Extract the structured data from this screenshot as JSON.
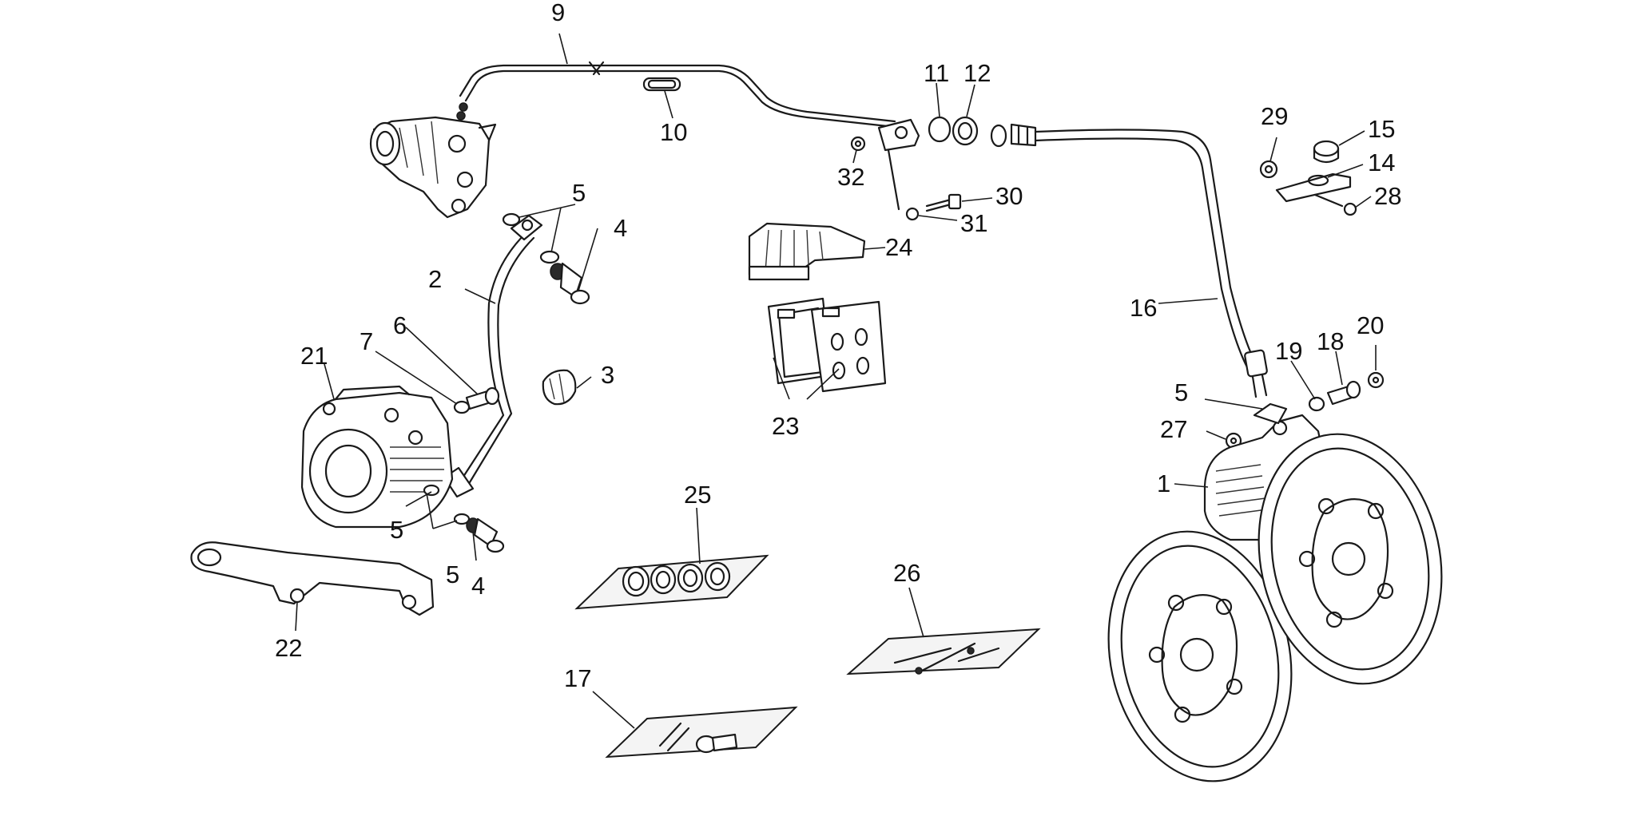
{
  "callouts": [
    {
      "id": "c9",
      "label": "9"
    },
    {
      "id": "c10",
      "label": "10"
    },
    {
      "id": "c11",
      "label": "11"
    },
    {
      "id": "c12",
      "label": "12"
    },
    {
      "id": "c32",
      "label": "32"
    },
    {
      "id": "c30",
      "label": "30"
    },
    {
      "id": "c31",
      "label": "31"
    },
    {
      "id": "c29",
      "label": "29"
    },
    {
      "id": "c15",
      "label": "15"
    },
    {
      "id": "c14",
      "label": "14"
    },
    {
      "id": "c28",
      "label": "28"
    },
    {
      "id": "c5a",
      "label": "5"
    },
    {
      "id": "c4a",
      "label": "4"
    },
    {
      "id": "c2",
      "label": "2"
    },
    {
      "id": "c24",
      "label": "24"
    },
    {
      "id": "c16",
      "label": "16"
    },
    {
      "id": "c21",
      "label": "21"
    },
    {
      "id": "c7",
      "label": "7"
    },
    {
      "id": "c6",
      "label": "6"
    },
    {
      "id": "c3",
      "label": "3"
    },
    {
      "id": "c23",
      "label": "23"
    },
    {
      "id": "c19",
      "label": "19"
    },
    {
      "id": "c18",
      "label": "18"
    },
    {
      "id": "c20",
      "label": "20"
    },
    {
      "id": "c5d",
      "label": "5"
    },
    {
      "id": "c27",
      "label": "27"
    },
    {
      "id": "c1",
      "label": "1"
    },
    {
      "id": "c25",
      "label": "25"
    },
    {
      "id": "c5b",
      "label": "5"
    },
    {
      "id": "c5c",
      "label": "5"
    },
    {
      "id": "c4b",
      "label": "4"
    },
    {
      "id": "c22",
      "label": "22"
    },
    {
      "id": "c26",
      "label": "26"
    },
    {
      "id": "c17",
      "label": "17"
    }
  ],
  "colors": {
    "ink": "#1a1a1a",
    "background": "#ffffff"
  }
}
